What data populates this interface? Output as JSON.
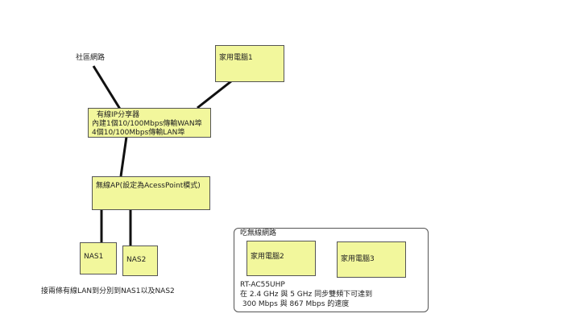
{
  "labels": {
    "community_network": "社區網路"
  },
  "nodes": {
    "home_pc1": "家用電腦1",
    "router": {
      "line1": "有線IP分享器",
      "line2": "內建1個10/100Mbps傳輸WAN埠",
      "line3": "4個10/100Mbps傳輸LAN埠"
    },
    "wireless_ap": "無線AP(設定為AcessPoint模式)",
    "nas1": "NAS1",
    "nas2": "NAS2",
    "home_pc2": "家用電腦2",
    "home_pc3": "家用電腦3"
  },
  "notes": {
    "lan_note": "接兩條有線LAN到分別到NAS1以及NAS2",
    "wireless_group_title": "吃無線網路",
    "device_model": "RT-AC55UHP",
    "speed_line1": "在 2.4 GHz 與 5 GHz 同步雙頻下可達到",
    "speed_line2": " 300 Mbps 與 867 Mbps 的速度"
  },
  "colors": {
    "box_fill": "#f2f79c",
    "box_border": "#555555",
    "connector": "#111111"
  }
}
